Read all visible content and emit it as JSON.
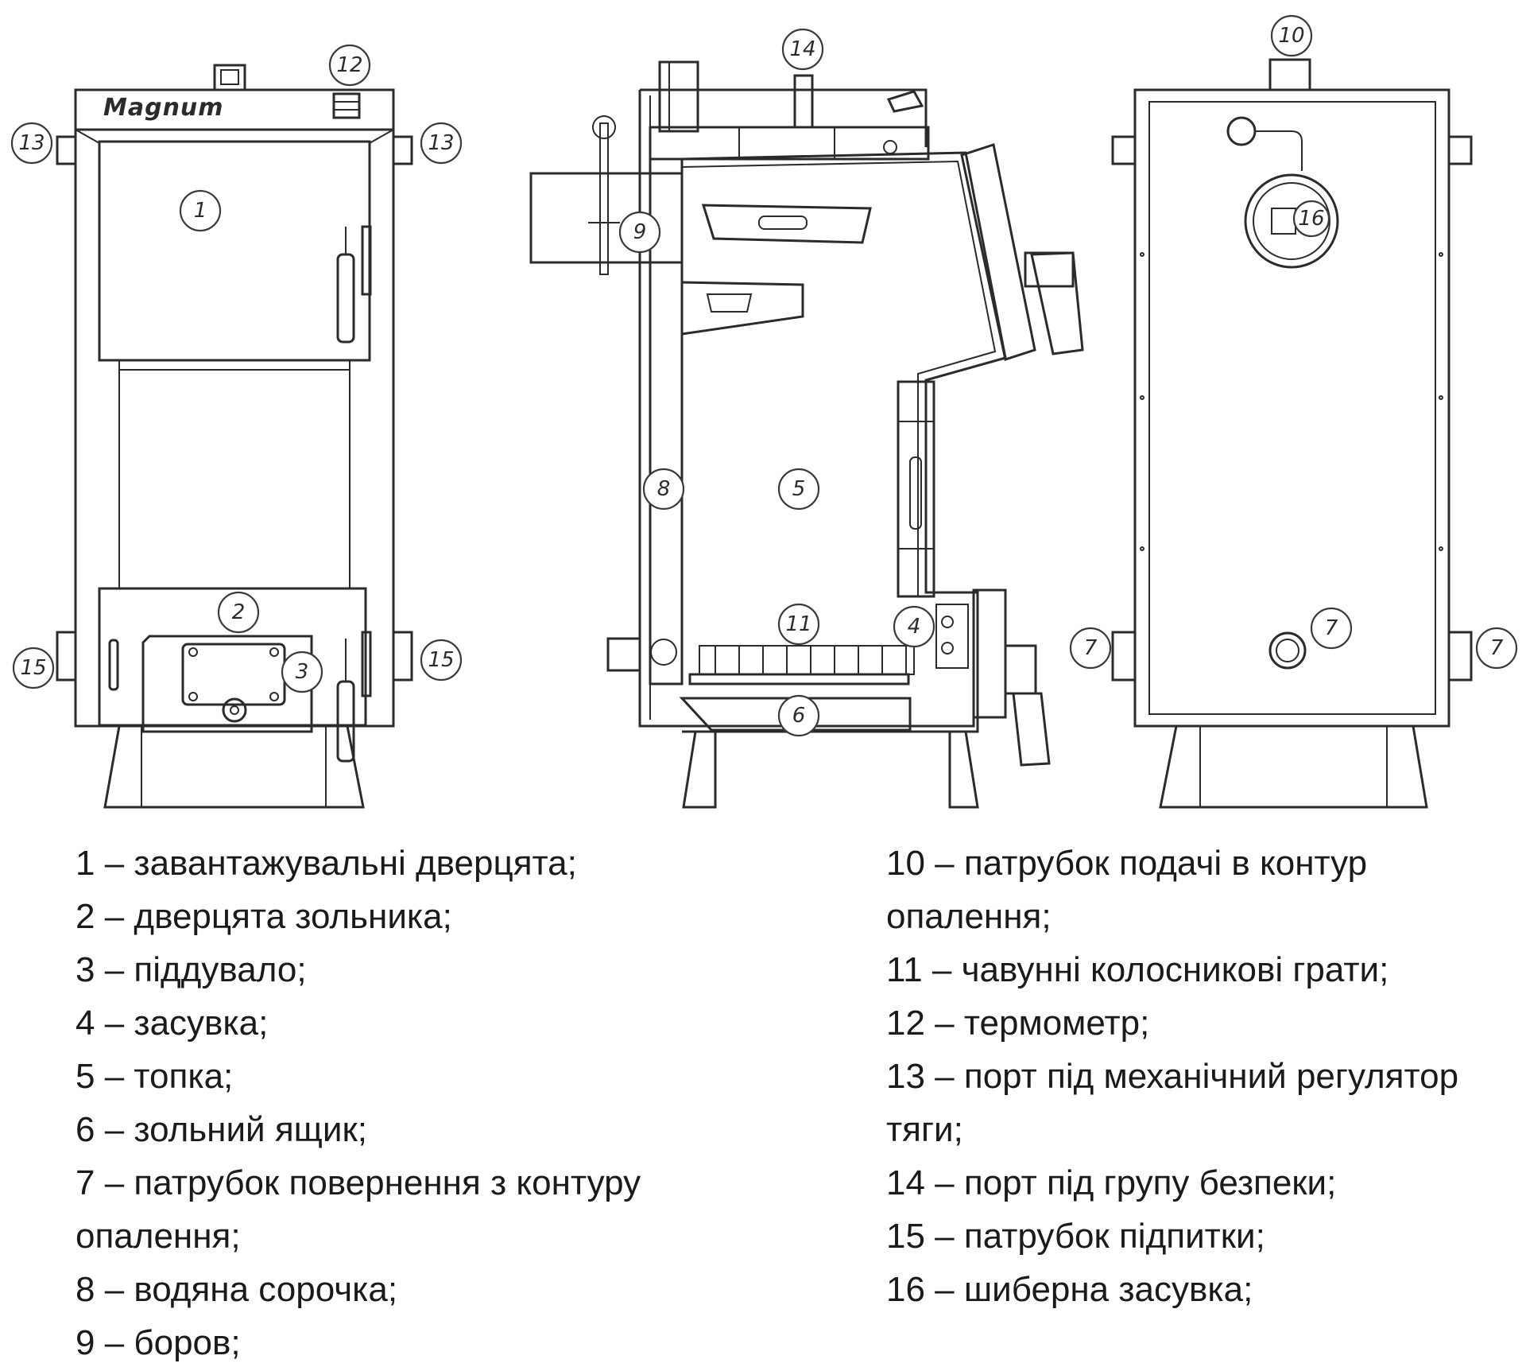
{
  "diagram": {
    "brand_label": "Magnum",
    "views": {
      "front": {
        "callouts": [
          "1",
          "2",
          "3",
          "12",
          "13",
          "13",
          "15",
          "15"
        ]
      },
      "section": {
        "callouts": [
          "4",
          "5",
          "6",
          "8",
          "9",
          "11",
          "14"
        ]
      },
      "rear": {
        "callouts": [
          "7",
          "7",
          "7",
          "10",
          "16"
        ]
      }
    }
  },
  "legend": {
    "left": [
      "1 – завантажувальні дверцята;",
      "2 – дверцята зольника;",
      "3 – піддувало;",
      "4 – засувка;",
      "5 – топка;",
      "6 – зольний ящик;",
      "7 – патрубок повернення з контуру опалення;",
      "8 – водяна сорочка;",
      "9 – боров;"
    ],
    "right": [
      "10 – патрубок подачі в контур опалення;",
      "11 – чавунні колосникові грати;",
      "12 – термометр;",
      "13 – порт під механічний регулятор тяги;",
      "14 – порт під групу безпеки;",
      "15 – патрубок підпитки;",
      "16 – шиберна засувка;"
    ]
  }
}
